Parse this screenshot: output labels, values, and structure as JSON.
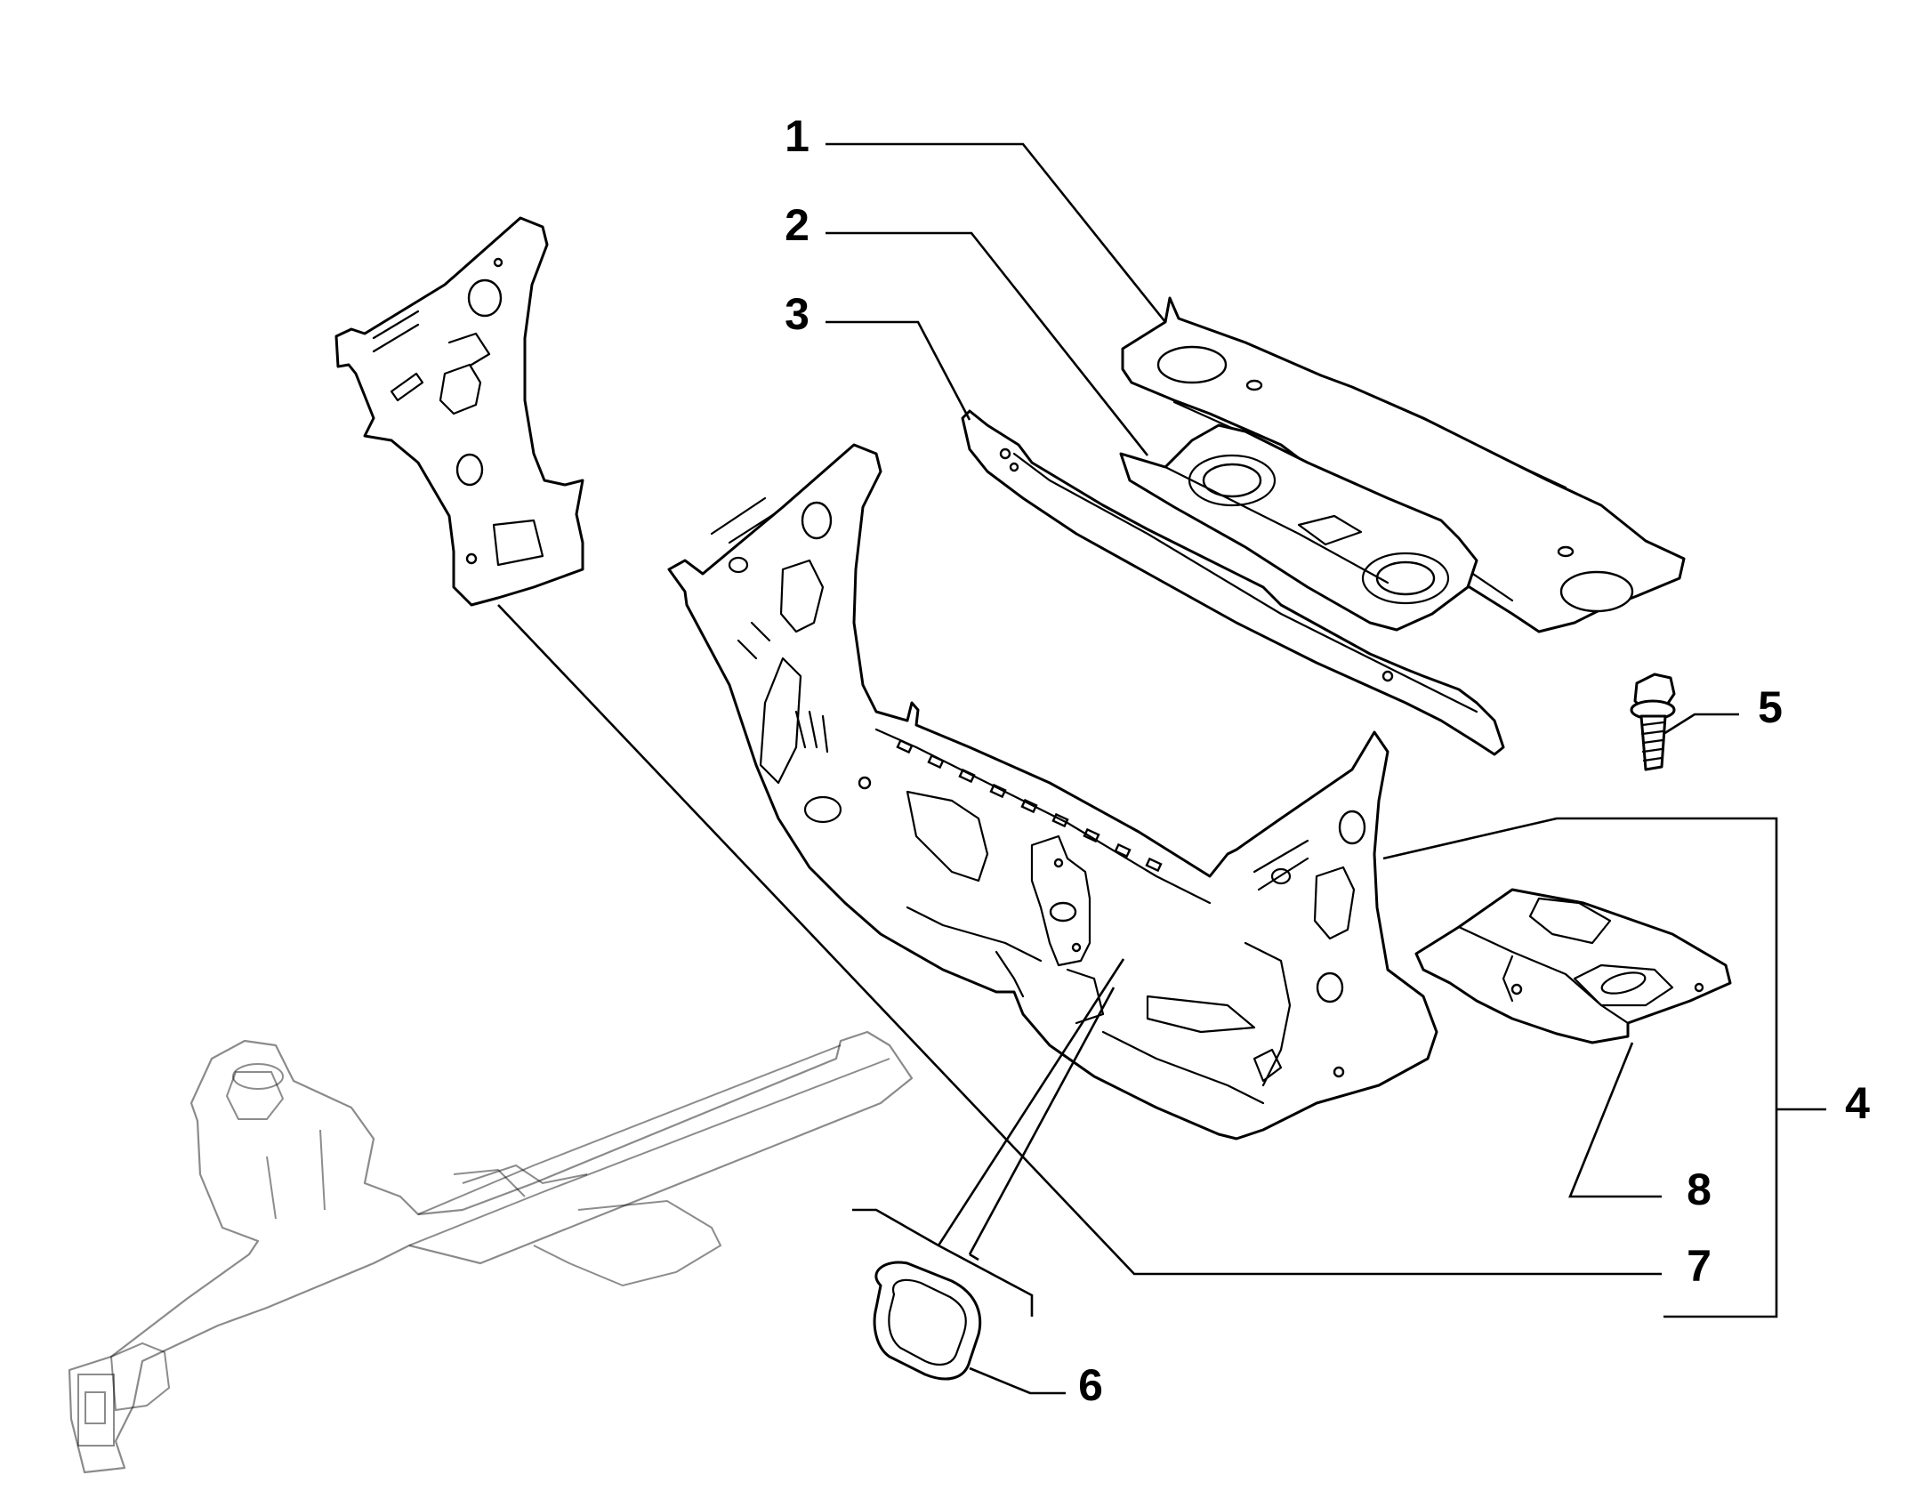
{
  "diagram": {
    "callouts": [
      {
        "id": "1",
        "label": "1"
      },
      {
        "id": "2",
        "label": "2"
      },
      {
        "id": "3",
        "label": "3"
      },
      {
        "id": "4",
        "label": "4"
      },
      {
        "id": "5",
        "label": "5"
      },
      {
        "id": "6",
        "label": "6"
      },
      {
        "id": "7",
        "label": "7"
      },
      {
        "id": "8",
        "label": "8"
      }
    ],
    "parts": [
      {
        "ref": "1",
        "icon": "upper-crossmember-panel"
      },
      {
        "ref": "2",
        "icon": "dash-reinforcement-panel"
      },
      {
        "ref": "3",
        "icon": "crossmember-bracket"
      },
      {
        "ref": "4",
        "icon": "dashboard-bulkhead-assembly"
      },
      {
        "ref": "5",
        "icon": "flanged-bolt"
      },
      {
        "ref": "6",
        "icon": "rubber-grommet-plug"
      },
      {
        "ref": "7",
        "icon": "side-pillar-reinforcement"
      },
      {
        "ref": "8",
        "icon": "floor-cover-plate"
      }
    ],
    "colors": {
      "line": "#000000",
      "background": "#ffffff"
    }
  }
}
